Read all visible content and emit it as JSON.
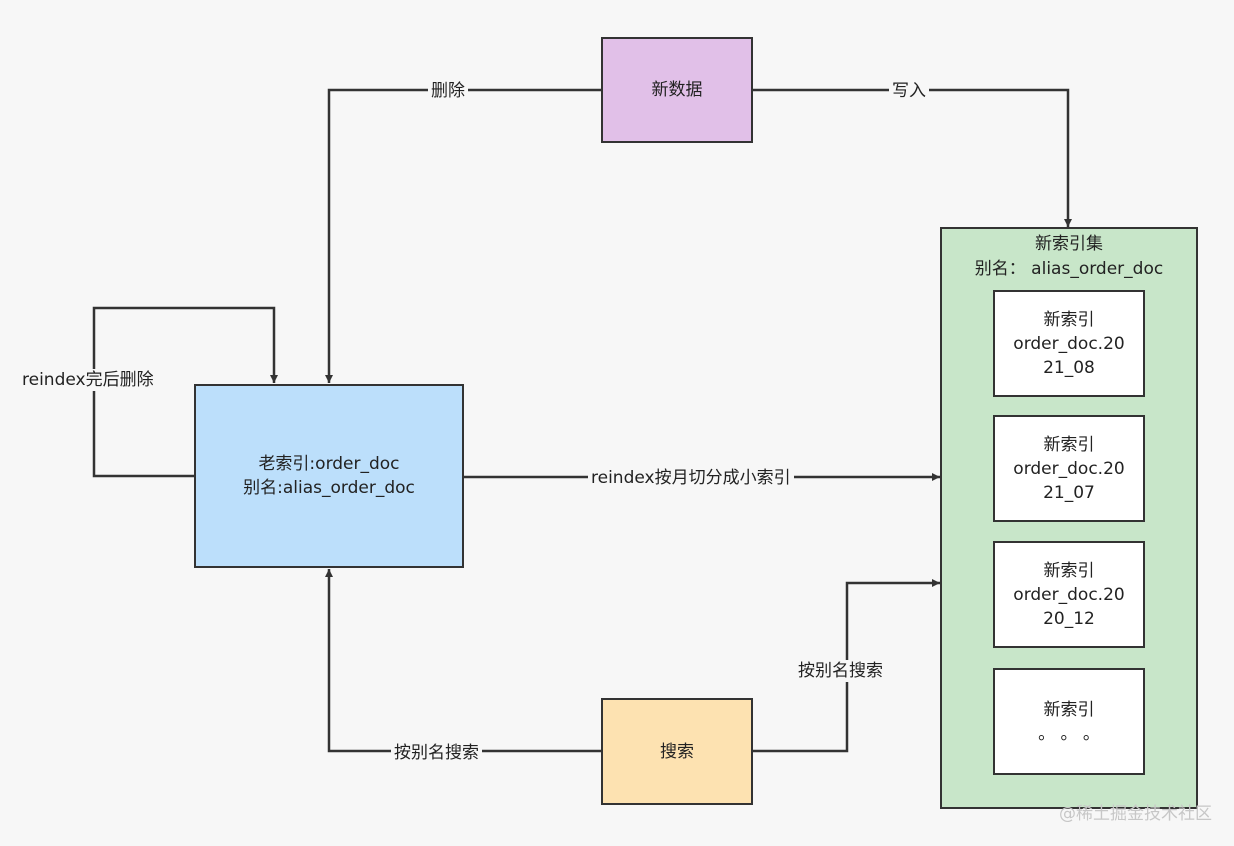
{
  "nodes": {
    "new_data": "新数据",
    "old_index": {
      "line1": "老索引:order_doc",
      "line2": "别名:alias_order_doc"
    },
    "search": "搜索",
    "index_set": {
      "title": "新索引集",
      "alias": "别名：  alias_order_doc"
    },
    "sub_indices": [
      {
        "line1": "新索引",
        "line2": "order_doc.20",
        "line3": "21_08"
      },
      {
        "line1": "新索引",
        "line2": "order_doc.20",
        "line3": "21_07"
      },
      {
        "line1": "新索引",
        "line2": "order_doc.20",
        "line3": "20_12"
      },
      {
        "line1": "新索引",
        "line2": "。 。 。"
      }
    ]
  },
  "edges": {
    "delete": "删除",
    "write": "写入",
    "reindex_delete": "reindex完后删除",
    "reindex_split": "reindex按月切分成小索引",
    "search_alias_left": "按别名搜索",
    "search_alias_right": "按别名搜索"
  },
  "watermark": "@稀土掘金技术社区",
  "colors": {
    "new_data_fill": "#e1c0e8",
    "old_index_fill": "#bcdffb",
    "search_fill": "#fde2b1",
    "index_set_fill": "#c8e6c9",
    "sub_index_fill": "#ffffff",
    "line": "#333333"
  }
}
